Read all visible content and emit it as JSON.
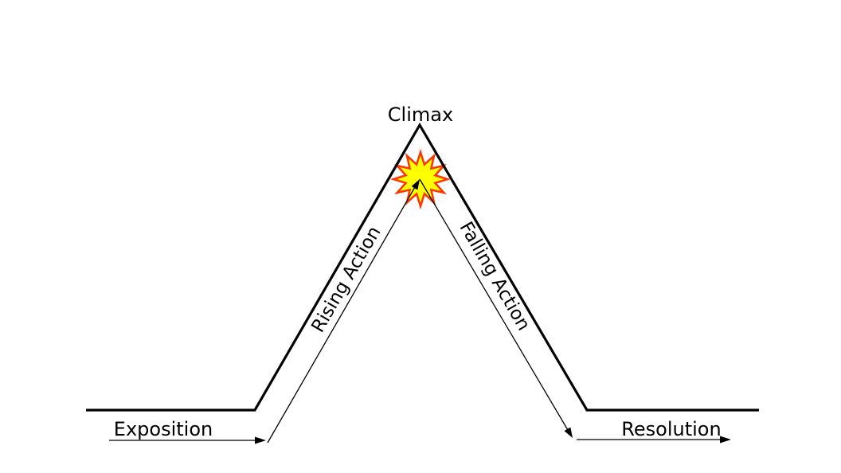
{
  "diagram": {
    "labels": {
      "climax": "Climax",
      "rising_action": "Rising Action",
      "falling_action": "Falling Action",
      "exposition": "Exposition",
      "resolution": "Resolution"
    },
    "colors": {
      "line": "#000000",
      "text": "#000000",
      "star_fill": "#FFFF00",
      "star_stroke": "#FF3300",
      "background": "#FFFFFF"
    }
  }
}
